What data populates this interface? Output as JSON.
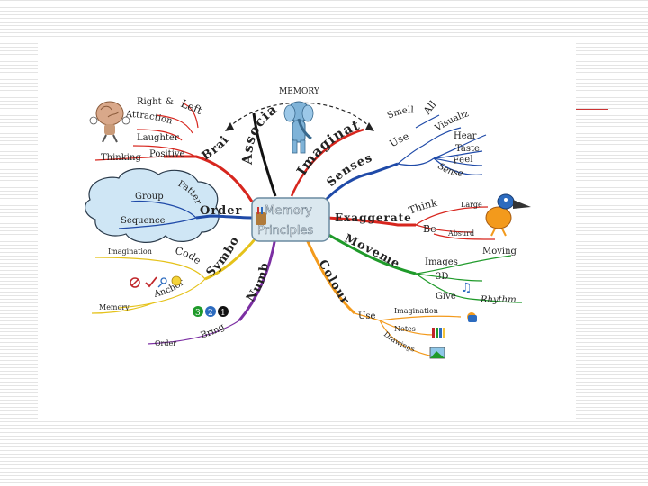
{
  "diagram": {
    "header": "MEMORY",
    "center": {
      "line1": "Memory",
      "line2": "Principles"
    },
    "association": "Association",
    "imagination": "Imagination",
    "branches": {
      "brain": "Brain",
      "order": "Order",
      "symbols": "Symbols",
      "numbers": "Numbers",
      "colour": "Colour",
      "movement": "Movement",
      "exaggerate": "Exaggerate",
      "senses": "Senses"
    },
    "brain_twigs": {
      "right": "Right",
      "amp": "&",
      "left": "Left",
      "attraction": "Attraction",
      "laughter": "Laughter",
      "positive": "Positive",
      "thinking": "Thinking"
    },
    "order_twigs": {
      "patterns": "Patterns",
      "group": "Group",
      "sequence": "Sequence"
    },
    "symbols_twigs": {
      "imagination": "Imagination",
      "code": "Code",
      "anchor": "Anchor",
      "memory": "Memory"
    },
    "numbers_twigs": {
      "bring": "Bring",
      "order": "Order",
      "n3": "3",
      "n2": "2",
      "n1": "1"
    },
    "colour_twigs": {
      "use": "Use",
      "imagination": "Imagination",
      "notes": "Notes",
      "drawings": "Drawings"
    },
    "movement_twigs": {
      "images": "Images",
      "moving": "Moving",
      "three_d": "3D",
      "give": "Give",
      "rhythm": "Rhythm"
    },
    "exaggerate_twigs": {
      "think": "Think",
      "large": "Large",
      "be": "Be",
      "absurd": "Absurd"
    },
    "senses_twigs": {
      "smell": "Smell",
      "all": "All",
      "visualize": "Visualize",
      "use": "Use",
      "hear": "Hear",
      "taste": "Taste",
      "feel": "Feel",
      "sense": "Sense"
    },
    "colors": {
      "brain": "#d7261e",
      "order": "#1f4aa8",
      "symbols": "#e5c21a",
      "numbers": "#7c2fa3",
      "colour": "#f39a1c",
      "movement": "#1f9a2a",
      "exaggerate": "#d7261e",
      "senses": "#1f4aa8",
      "association": "#111111",
      "imagination": "#d7261e",
      "cloud": "#cfe6f5"
    },
    "icons": [
      "brain-character-icon",
      "blue-elephant-icon",
      "toucan-bird-icon",
      "hands-icon",
      "music-notes-icon",
      "pencils-icon",
      "landscape-picture-icon",
      "code-symbols-icon"
    ]
  }
}
